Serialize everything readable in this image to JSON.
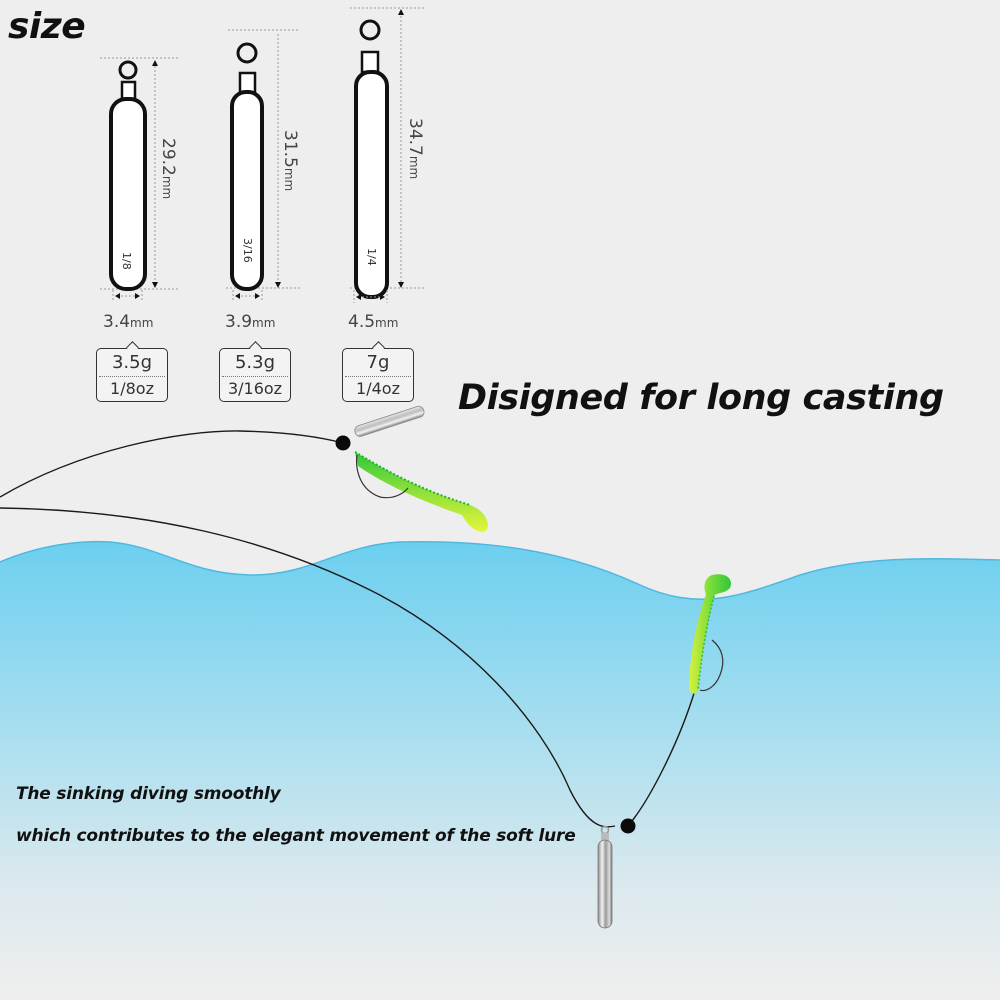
{
  "title": "size",
  "headline": "Disigned for long casting",
  "captions": [
    "The sinking diving smoothly",
    "which contributes to the elegant movement of the soft lure"
  ],
  "weights": [
    {
      "fraction_label": "1/8",
      "length": "29.2",
      "length_unit": "mm",
      "diameter": "3.4",
      "diameter_unit": "mm",
      "weight_g": "3.5g",
      "weight_oz": "1/8oz"
    },
    {
      "fraction_label": "3/16",
      "length": "31.5",
      "length_unit": "mm",
      "diameter": "3.9",
      "diameter_unit": "mm",
      "weight_g": "5.3g",
      "weight_oz": "3/16oz"
    },
    {
      "fraction_label": "1/4",
      "length": "34.7",
      "length_unit": "mm",
      "diameter": "4.5",
      "diameter_unit": "mm",
      "weight_g": "7g",
      "weight_oz": "1/4oz"
    }
  ],
  "colors": {
    "background": "#efeeee",
    "water_top": "#6fd0ee",
    "water_bottom": "#e9eef0",
    "lure_green": "#3ccf3c",
    "lure_yellow": "#d8f23a",
    "line": "#1a1a1a"
  }
}
